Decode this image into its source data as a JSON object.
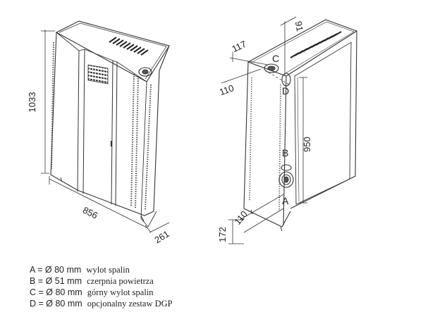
{
  "dimensions": {
    "height": "1033",
    "width": "856",
    "depth": "261",
    "top_offset_117": "117",
    "top_offset_91": "91",
    "top_offset_110": "110",
    "side_950": "950",
    "bottom_172": "172",
    "bottom_110": "110"
  },
  "callouts": {
    "a": "A",
    "b": "B",
    "c": "C",
    "d": "D"
  },
  "legend": [
    {
      "code": "A = Ø 80 mm",
      "text": "wylot spalin"
    },
    {
      "code": "B = Ø 51 mm",
      "text": "czerpnia powietrza"
    },
    {
      "code": "C = Ø 80 mm",
      "text": "górny wylot spalin"
    },
    {
      "code": "D = Ø 80 mm",
      "text": "opcjonalny zestaw DGP"
    }
  ]
}
